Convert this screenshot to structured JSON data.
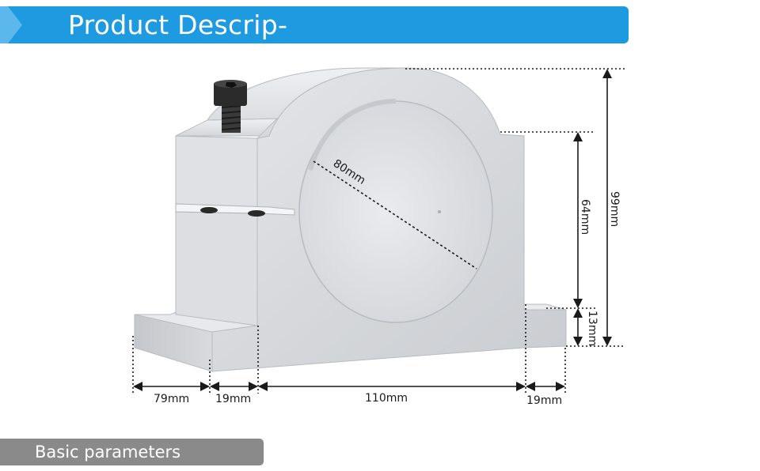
{
  "header": {
    "title": "Product Descrip-"
  },
  "section": {
    "title": "Basic parameters"
  },
  "dimensions": {
    "diameter": "80mm",
    "height_inner": "64mm",
    "height_total": "99mm",
    "base_height": "13mm",
    "width_left_base": "79mm",
    "width_left_foot": "19mm",
    "width_center": "110mm",
    "width_right_foot": "19mm"
  },
  "colors": {
    "banner_blue": "#1e9ae0",
    "section_gray": "#8a8a8a",
    "aluminum": "#d6d8db"
  }
}
